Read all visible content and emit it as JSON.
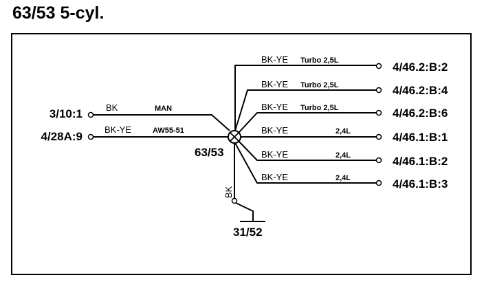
{
  "title": "63/53 5-cyl.",
  "junction_label": "63/53",
  "ground": {
    "wire_color": "BK",
    "connector": "31/52"
  },
  "left_connections": [
    {
      "connector": "3/10:1",
      "wire_color": "BK",
      "variant": "MAN"
    },
    {
      "connector": "4/28A:9",
      "wire_color": "BK-YE",
      "variant": "AW55-51"
    }
  ],
  "right_connections": [
    {
      "connector": "4/46.2:B:2",
      "wire_color": "BK-YE",
      "variant": "Turbo 2,5L"
    },
    {
      "connector": "4/46.2:B:4",
      "wire_color": "BK-YE",
      "variant": "Turbo 2,5L"
    },
    {
      "connector": "4/46.2:B:6",
      "wire_color": "BK-YE",
      "variant": "Turbo 2,5L"
    },
    {
      "connector": "4/46.1:B:1",
      "wire_color": "BK-YE",
      "variant": "2,4L"
    },
    {
      "connector": "4/46.1:B:2",
      "wire_color": "BK-YE",
      "variant": "2,4L"
    },
    {
      "connector": "4/46.1:B:3",
      "wire_color": "BK-YE",
      "variant": "2,4L"
    }
  ],
  "colors": {
    "line": "#000000",
    "background": "#ffffff"
  }
}
